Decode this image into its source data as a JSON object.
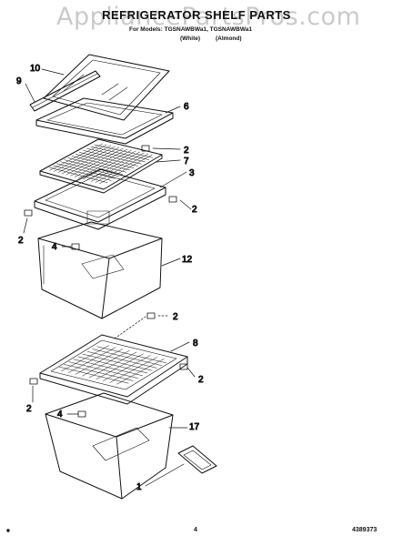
{
  "header": {
    "title": "REFRIGERATOR SHELF PARTS",
    "for_models": "For Models: TGSNAWBWa1, TGSNAWBWa1",
    "color_white": "(White)",
    "color_almond": "(Almond)"
  },
  "watermark": "AppliancePartsPros.com",
  "callouts": {
    "c10": "10",
    "c9": "9",
    "c6": "6",
    "c2a": "2",
    "c7": "7",
    "c3": "3",
    "c2b": "2",
    "c2c": "2",
    "c4a": "4",
    "c12": "12",
    "c2d": "2",
    "c8": "8",
    "c2e": "2",
    "c2f": "2",
    "c4b": "4",
    "c17": "17",
    "c1": "1"
  },
  "footer": {
    "page": "4",
    "part_number": "4389373"
  }
}
